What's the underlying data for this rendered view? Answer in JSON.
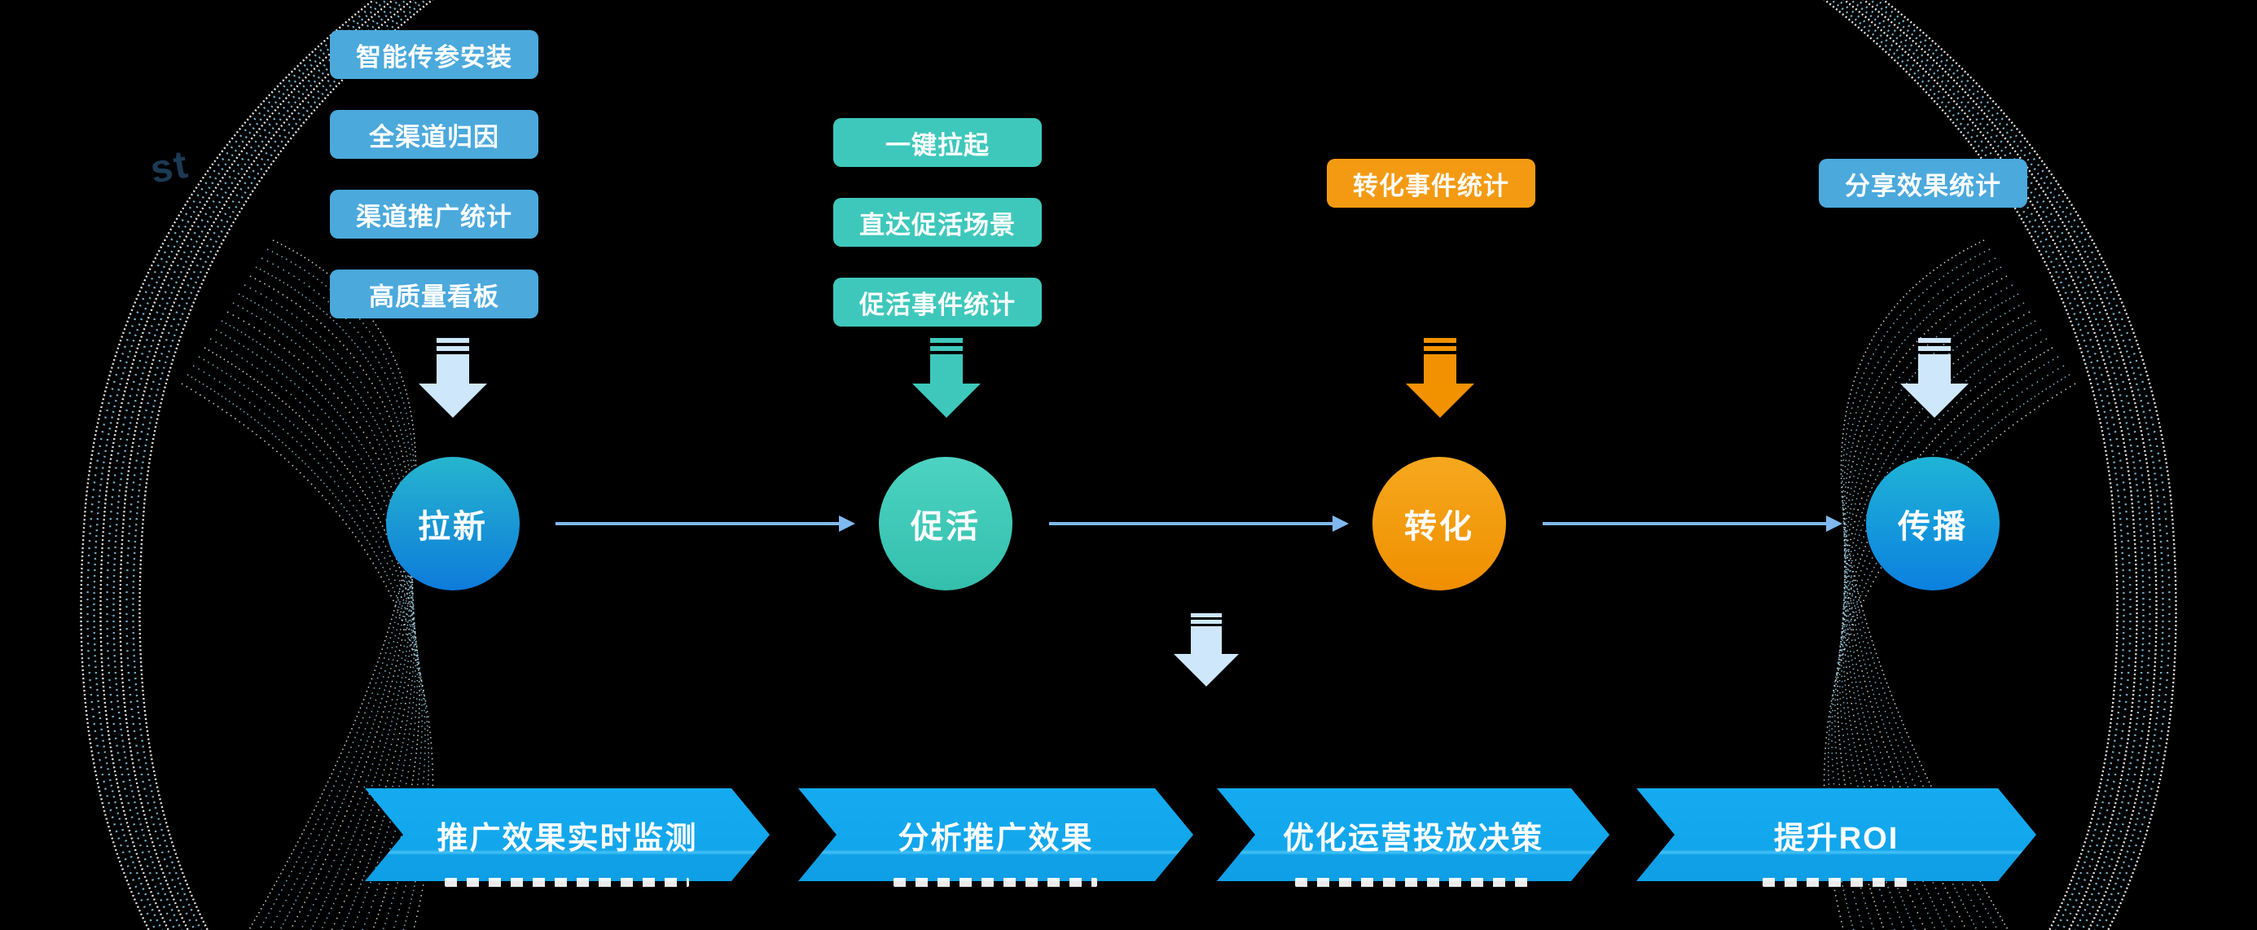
{
  "colors": {
    "background": "#000000",
    "feature_box_blue": "#4BA9DC",
    "feature_box_teal": "#3EC8BB",
    "feature_box_orange": "#F39A12",
    "arrow_light_blue": "#CEE7FB",
    "arrow_teal": "#3EC8BB",
    "arrow_orange": "#F29200",
    "connector_blue": "#7FB9EF",
    "banner_blue": "#12A7EC",
    "circle_blue_gradient": [
      "#26B5CE",
      "#0E7BDB"
    ],
    "circle_teal": "#3EC8BB",
    "circle_orange": "#F49B0F",
    "particle_wing": "#7FC9E9"
  },
  "funnel": {
    "stages": [
      {
        "label": "拉新",
        "features": [
          "智能传参安装",
          "全渠道归因",
          "渠道推广统计",
          "高质量看板"
        ]
      },
      {
        "label": "促活",
        "features": [
          "一键拉起",
          "直达促活场景",
          "促活事件统计"
        ]
      },
      {
        "label": "转化",
        "features": [
          "转化事件统计"
        ]
      },
      {
        "label": "传播",
        "features": [
          "分享效果统计"
        ]
      }
    ]
  },
  "flow_banner": {
    "steps": [
      "推广效果实时监测",
      "分析推广效果",
      "优化运营投放决策",
      "提升ROI"
    ]
  },
  "background_art": {
    "watermark_text": "st"
  }
}
